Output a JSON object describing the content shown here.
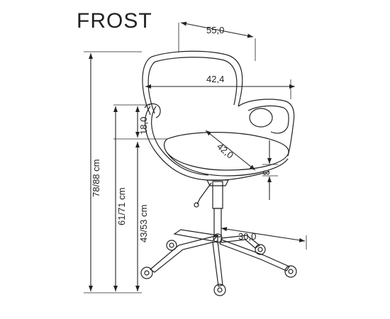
{
  "product": {
    "name": "FROST"
  },
  "dimensions": {
    "total_width": "55,0",
    "seat_width": "42,4",
    "armrest_height": "18,0",
    "seat_depth": "42,0",
    "seat_thickness": "3",
    "base_radius": "30,0",
    "total_height": "78/88 cm",
    "armrest_floor_height": "61/71 cm",
    "seat_height": "43/53 cm"
  }
}
